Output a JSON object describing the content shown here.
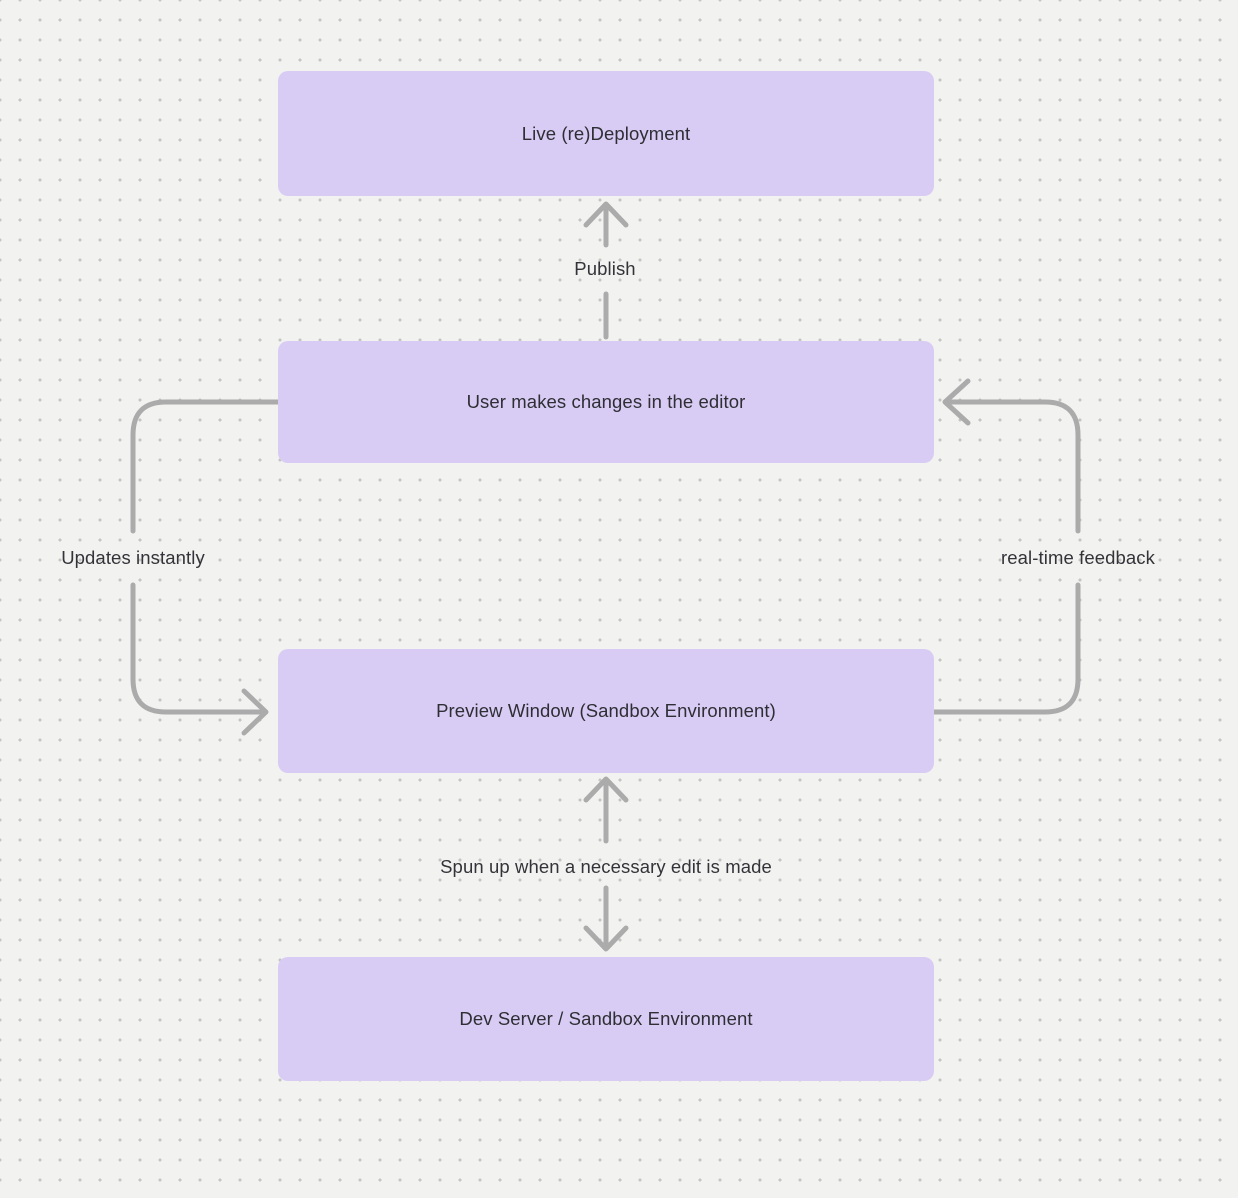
{
  "diagram": {
    "nodes": [
      {
        "id": "live-redeployment",
        "label": "Live (re)Deployment"
      },
      {
        "id": "user-editor",
        "label": "User makes changes in the editor"
      },
      {
        "id": "preview-window",
        "label": "Preview Window (Sandbox Environment)"
      },
      {
        "id": "dev-server",
        "label": "Dev Server / Sandbox Environment"
      }
    ],
    "edges": [
      {
        "from": "user-editor",
        "to": "live-redeployment",
        "label": "Publish",
        "direction": "up"
      },
      {
        "from": "user-editor",
        "to": "preview-window",
        "label": "Updates instantly",
        "direction": "left-loop"
      },
      {
        "from": "preview-window",
        "to": "user-editor",
        "label": "real-time feedback",
        "direction": "right-loop"
      },
      {
        "from": "dev-server",
        "to": "preview-window",
        "label": "Spun up when a necessary edit is made",
        "direction": "both"
      }
    ]
  },
  "theme": {
    "background": "#f2f2f0",
    "dot_color": "#c4c4c2",
    "node_fill": "#d8ccf4",
    "node_text": "#2e2e34",
    "label_text": "#333339",
    "arrow_color": "#ababab"
  }
}
